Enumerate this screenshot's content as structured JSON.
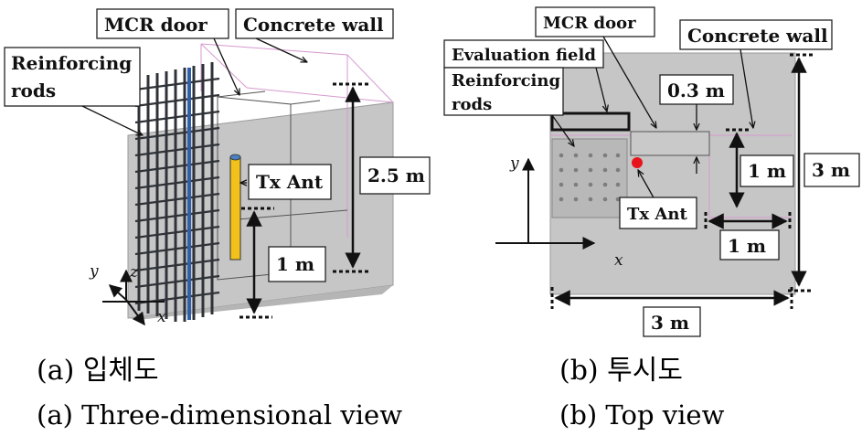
{
  "panel_a": {
    "labels": {
      "mcr_door": "MCR door",
      "concrete_wall": "Concrete wall",
      "reinforcing": "Reinforcing",
      "rods": "rods",
      "tx_ant": "Tx Ant",
      "height": "2.5 m",
      "ant_height": "1 m"
    },
    "axes": {
      "x": "x",
      "y": "y",
      "z": "z"
    },
    "caption_korean": "(a)  입체도",
    "caption_english": "(a)  Three-dimensional  view"
  },
  "panel_b": {
    "labels": {
      "mcr_door": "MCR door",
      "concrete_wall": "Concrete wall",
      "evaluation_field": "Evaluation field",
      "reinforcing": "Reinforcing",
      "rods": "rods",
      "gap": "0.3 m",
      "one_m_vertical": "1 m",
      "three_m_vertical": "3 m",
      "tx_ant": "Tx Ant",
      "one_m_horizontal": "1 m",
      "three_m_horizontal": "3 m"
    },
    "axes": {
      "x": "x",
      "y": "y"
    },
    "caption_korean": "(b)  투시도",
    "caption_english": "(b)  Top  view"
  },
  "colors": {
    "wall_gray": "#c6c6c6",
    "rods": "#2f3338",
    "antenna": "#f2c21b",
    "antenna_marker": "#e8141c",
    "magenta_outline": "#d59ad0"
  }
}
